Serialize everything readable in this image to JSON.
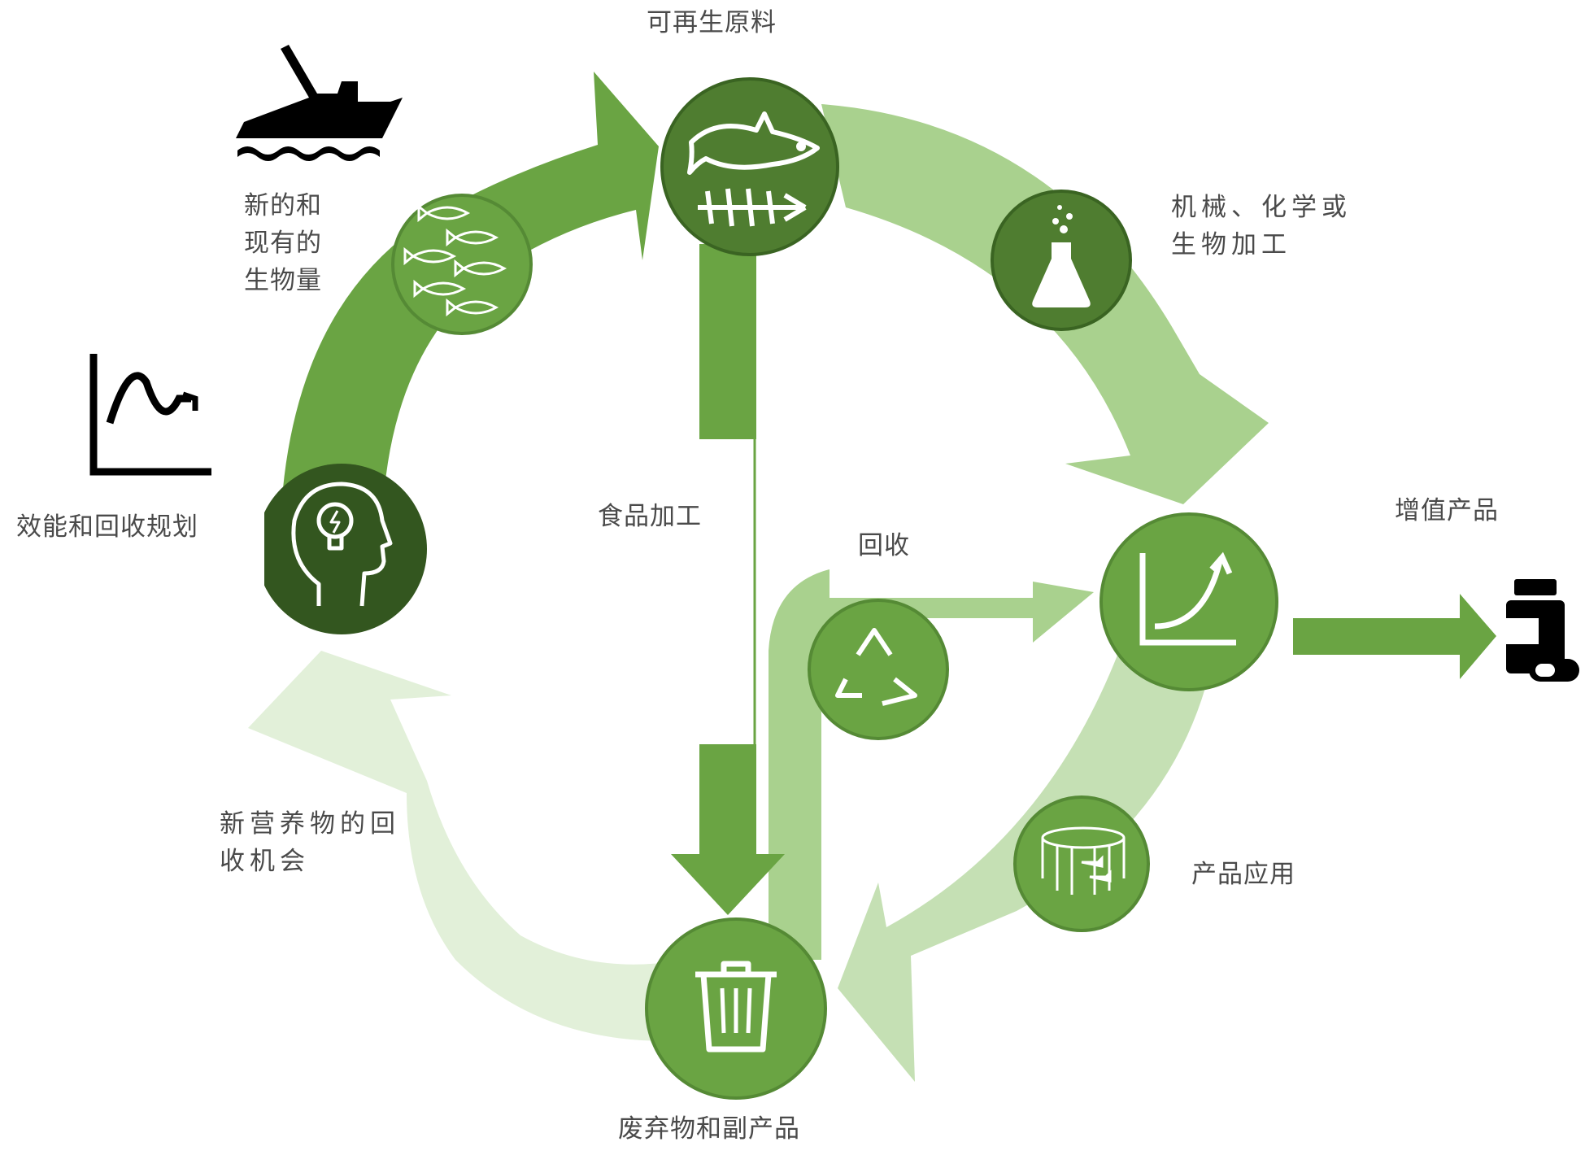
{
  "labels": {
    "raw_materials": "可再生原料",
    "processing": "机械、化学或\n生物加工",
    "biomass": "新的和\n现有的\n生物量",
    "planning": "效能和回收规划",
    "food_processing": "食品加工",
    "recycling": "回收",
    "value_added": "增值产品",
    "nutrient_recovery": "新营养物的回\n收机会",
    "product_application": "产品应用",
    "waste": "废弃物和副产品"
  },
  "colors": {
    "dark": "#33561f",
    "medium_dark": "#4f7d30",
    "medium": "#6aa443",
    "light": "#a3cc85",
    "pale": "#c7e2b3",
    "very_pale": "#deeed0"
  },
  "icons": [
    "fishing-boat-icon",
    "fish-school-icon",
    "fish-and-bones-icon",
    "flask-icon",
    "curve-chart-icon",
    "head-lightbulb-icon",
    "recycle-icon",
    "aquaculture-cage-icon",
    "trash-can-icon",
    "medicine-bottle-icon"
  ]
}
